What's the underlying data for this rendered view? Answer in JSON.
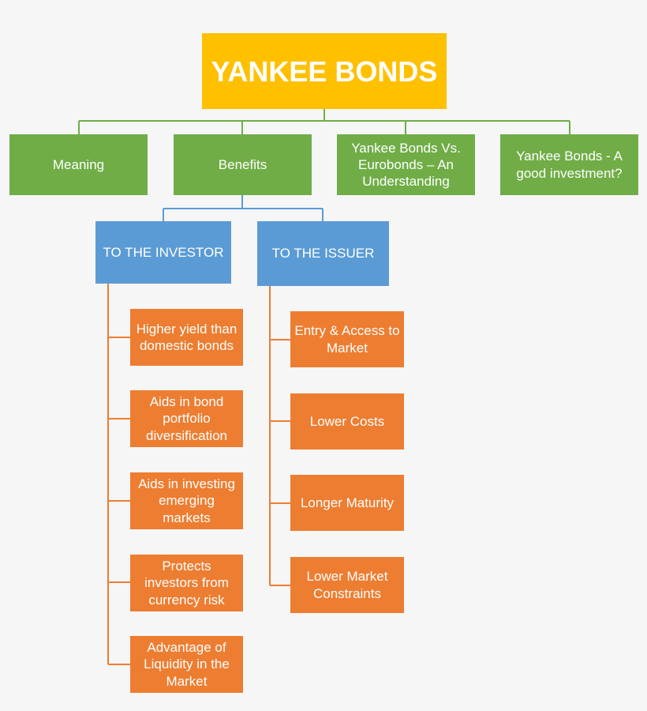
{
  "title": "YANKEE BONDS",
  "branches": [
    {
      "label": "Meaning"
    },
    {
      "label": "Benefits"
    },
    {
      "label": "Yankee Bonds Vs. Eurobonds – An Understanding"
    },
    {
      "label": "Yankee Bonds - A good investment?"
    }
  ],
  "benefits": {
    "investor": {
      "label": "TO THE INVESTOR",
      "items": [
        "Higher yield than domestic bonds",
        "Aids in bond portfolio diversification",
        "Aids in investing emerging markets",
        "Protects investors from currency risk",
        "Advantage of Liquidity in the Market"
      ]
    },
    "issuer": {
      "label": "TO THE ISSUER",
      "items": [
        "Entry & Access to Market",
        "Lower Costs",
        "Longer Maturity",
        "Lower Market Constraints"
      ]
    }
  },
  "colors": {
    "root": "#ffc000",
    "level1": "#70ad47",
    "level2": "#5b9bd5",
    "level3": "#ed7d31",
    "line_green": "#70ad47",
    "line_blue": "#5b9bd5",
    "line_orange": "#ed7d31"
  }
}
